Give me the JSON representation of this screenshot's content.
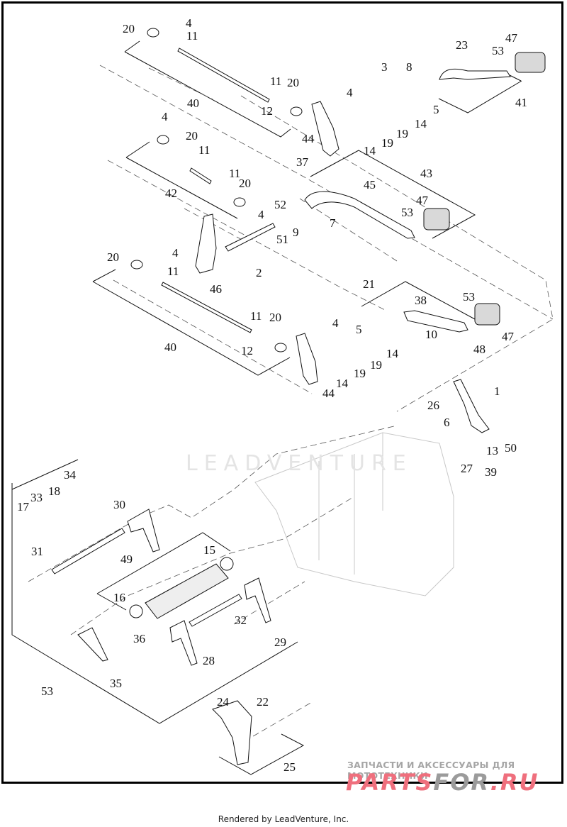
{
  "diagram": {
    "title": "Shifter linkage and shift drum exploded view",
    "callouts": [
      {
        "id": "c-20a",
        "label": "20"
      },
      {
        "id": "c-4a",
        "label": "4"
      },
      {
        "id": "c-11a",
        "label": "11"
      },
      {
        "id": "c-40a",
        "label": "40"
      },
      {
        "id": "c-11b",
        "label": "11"
      },
      {
        "id": "c-20b",
        "label": "20"
      },
      {
        "id": "c-12a",
        "label": "12"
      },
      {
        "id": "c-4b",
        "label": "4"
      },
      {
        "id": "c-44a",
        "label": "44"
      },
      {
        "id": "c-3",
        "label": "3"
      },
      {
        "id": "c-8",
        "label": "8"
      },
      {
        "id": "c-23",
        "label": "23"
      },
      {
        "id": "c-53a",
        "label": "53"
      },
      {
        "id": "c-47a",
        "label": "47"
      },
      {
        "id": "c-41",
        "label": "41"
      },
      {
        "id": "c-5a",
        "label": "5"
      },
      {
        "id": "c-14a",
        "label": "14"
      },
      {
        "id": "c-19a",
        "label": "19"
      },
      {
        "id": "c-19b",
        "label": "19"
      },
      {
        "id": "c-14b",
        "label": "14"
      },
      {
        "id": "c-4c",
        "label": "4"
      },
      {
        "id": "c-20c",
        "label": "20"
      },
      {
        "id": "c-11c",
        "label": "11"
      },
      {
        "id": "c-42",
        "label": "42"
      },
      {
        "id": "c-11d",
        "label": "11"
      },
      {
        "id": "c-20d",
        "label": "20"
      },
      {
        "id": "c-4d",
        "label": "4"
      },
      {
        "id": "c-37",
        "label": "37"
      },
      {
        "id": "c-52",
        "label": "52"
      },
      {
        "id": "c-43",
        "label": "43"
      },
      {
        "id": "c-45",
        "label": "45"
      },
      {
        "id": "c-47b",
        "label": "47"
      },
      {
        "id": "c-53b",
        "label": "53"
      },
      {
        "id": "c-9",
        "label": "9"
      },
      {
        "id": "c-7",
        "label": "7"
      },
      {
        "id": "c-51",
        "label": "51"
      },
      {
        "id": "c-2",
        "label": "2"
      },
      {
        "id": "c-46",
        "label": "46"
      },
      {
        "id": "c-20e",
        "label": "20"
      },
      {
        "id": "c-4e",
        "label": "4"
      },
      {
        "id": "c-11e",
        "label": "11"
      },
      {
        "id": "c-40b",
        "label": "40"
      },
      {
        "id": "c-11f",
        "label": "11"
      },
      {
        "id": "c-20f",
        "label": "20"
      },
      {
        "id": "c-12b",
        "label": "12"
      },
      {
        "id": "c-4f",
        "label": "4"
      },
      {
        "id": "c-44b",
        "label": "44"
      },
      {
        "id": "c-14c",
        "label": "14"
      },
      {
        "id": "c-19c",
        "label": "19"
      },
      {
        "id": "c-19d",
        "label": "19"
      },
      {
        "id": "c-14d",
        "label": "14"
      },
      {
        "id": "c-5b",
        "label": "5"
      },
      {
        "id": "c-21",
        "label": "21"
      },
      {
        "id": "c-38",
        "label": "38"
      },
      {
        "id": "c-10",
        "label": "10"
      },
      {
        "id": "c-53c",
        "label": "53"
      },
      {
        "id": "c-48",
        "label": "48"
      },
      {
        "id": "c-47c",
        "label": "47"
      },
      {
        "id": "c-1",
        "label": "1"
      },
      {
        "id": "c-26",
        "label": "26"
      },
      {
        "id": "c-6",
        "label": "6"
      },
      {
        "id": "c-13",
        "label": "13"
      },
      {
        "id": "c-50",
        "label": "50"
      },
      {
        "id": "c-27",
        "label": "27"
      },
      {
        "id": "c-39",
        "label": "39"
      },
      {
        "id": "c-34",
        "label": "34"
      },
      {
        "id": "c-18",
        "label": "18"
      },
      {
        "id": "c-33",
        "label": "33"
      },
      {
        "id": "c-17",
        "label": "17"
      },
      {
        "id": "c-30",
        "label": "30"
      },
      {
        "id": "c-31",
        "label": "31"
      },
      {
        "id": "c-49",
        "label": "49"
      },
      {
        "id": "c-15",
        "label": "15"
      },
      {
        "id": "c-16",
        "label": "16"
      },
      {
        "id": "c-32",
        "label": "32"
      },
      {
        "id": "c-29",
        "label": "29"
      },
      {
        "id": "c-36",
        "label": "36"
      },
      {
        "id": "c-28",
        "label": "28"
      },
      {
        "id": "c-35",
        "label": "35"
      },
      {
        "id": "c-53d",
        "label": "53"
      },
      {
        "id": "c-24",
        "label": "24"
      },
      {
        "id": "c-22",
        "label": "22"
      },
      {
        "id": "c-25",
        "label": "25"
      }
    ]
  },
  "watermarks": {
    "brand": "LEADVENTURE",
    "partsfor_tagline": "ЗАПЧАСТИ И АКСЕССУАРЫ ДЛЯ МОТОТЕХНИКИ",
    "partsfor_logo_a": "PARTS",
    "partsfor_logo_b": "FOR",
    "partsfor_logo_c": ".RU"
  },
  "footer": {
    "rendered_by": "Rendered by LeadVenture, Inc."
  }
}
